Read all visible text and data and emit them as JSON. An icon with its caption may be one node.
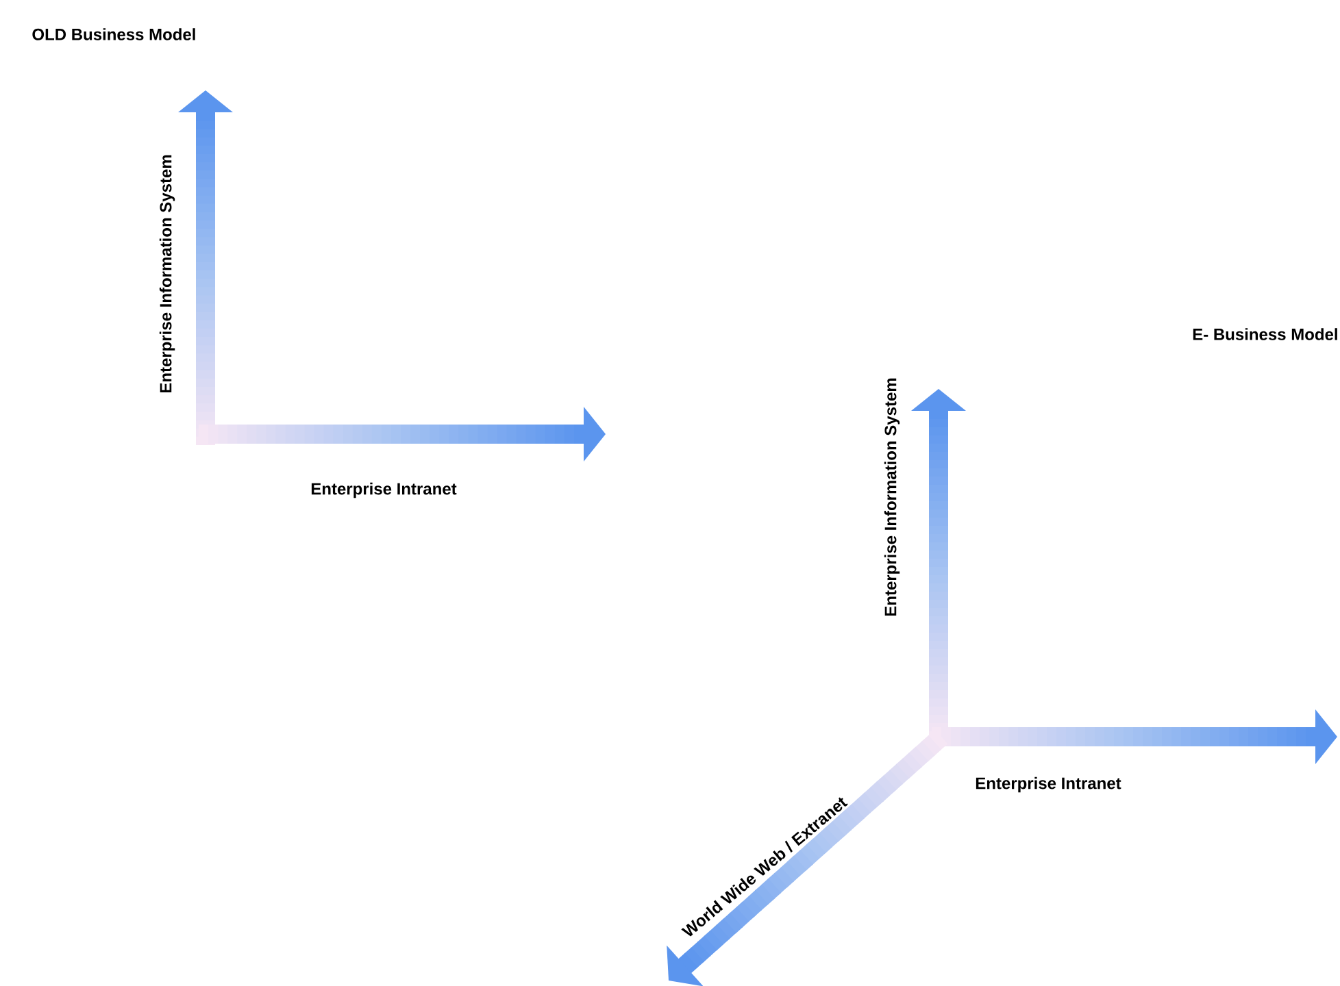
{
  "diagram": {
    "labels": [
      "OLD Business Model",
      "Enterprise Information System",
      "Enterprise Intranet",
      "E- Business Model",
      "Enterprise Information System",
      "Enterprise Intranet",
      "World Wide Web / Extranet"
    ]
  }
}
